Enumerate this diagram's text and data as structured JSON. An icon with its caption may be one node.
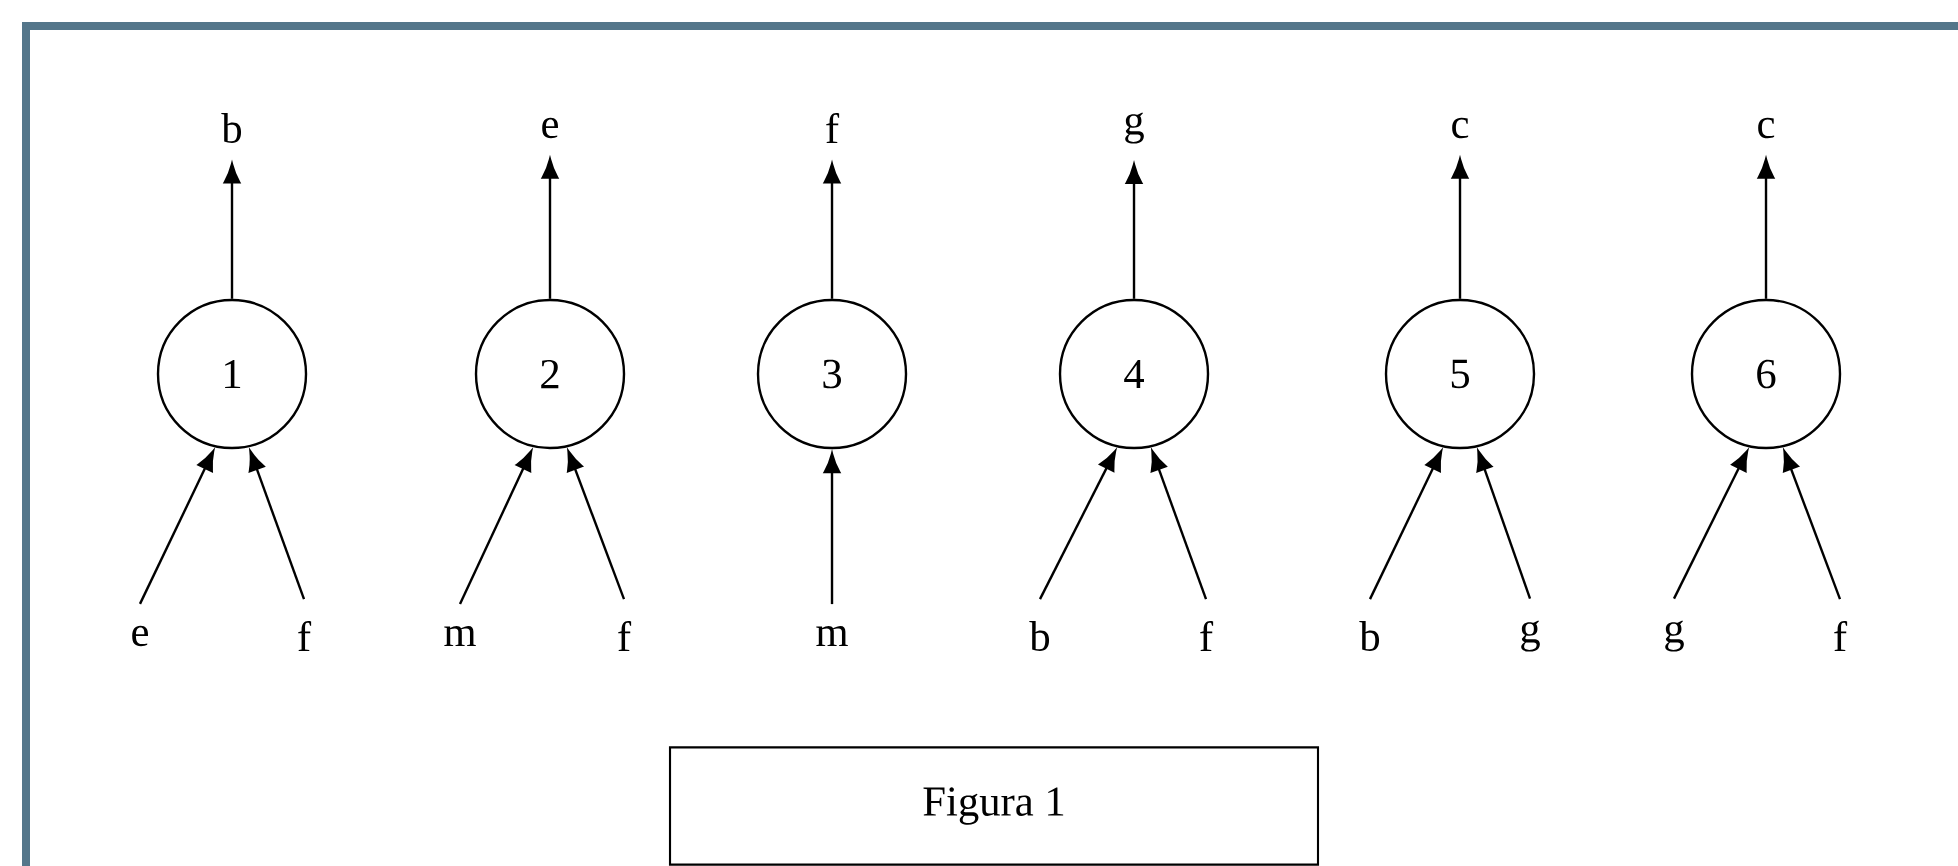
{
  "diagram": {
    "nodes": [
      {
        "text": [
          "b"
        ]
      },
      {
        "text": [
          "1"
        ]
      },
      {
        "text": [
          "e"
        ]
      },
      {
        "text": [
          "f"
        ]
      },
      {
        "text": [
          "e"
        ]
      },
      {
        "text": [
          "2"
        ]
      },
      {
        "text": [
          "m"
        ]
      },
      {
        "text": [
          "f"
        ]
      },
      {
        "text": [
          "f"
        ]
      },
      {
        "text": [
          "3"
        ]
      },
      {
        "text": [
          "m"
        ]
      },
      {
        "text": [
          "g"
        ]
      },
      {
        "text": [
          "4"
        ]
      },
      {
        "text": [
          "b"
        ]
      },
      {
        "text": [
          "f"
        ]
      },
      {
        "text": [
          "c"
        ]
      },
      {
        "text": [
          "5"
        ]
      },
      {
        "text": [
          "b"
        ]
      },
      {
        "text": [
          "g"
        ]
      },
      {
        "text": [
          "c"
        ]
      },
      {
        "text": [
          "6"
        ]
      },
      {
        "text": [
          "g"
        ]
      },
      {
        "text": [
          "f"
        ]
      },
      {
        "text": [
          "Figura 1"
        ]
      }
    ],
    "edges": [
      {
        "from": 2,
        "to": 1,
        "arrow": "to"
      },
      {
        "from": 3,
        "to": 1,
        "arrow": "to"
      },
      {
        "from": 1,
        "to": 0,
        "arrow": "to"
      },
      {
        "from": 6,
        "to": 5,
        "arrow": "to"
      },
      {
        "from": 7,
        "to": 5,
        "arrow": "to"
      },
      {
        "from": 5,
        "to": 4,
        "arrow": "to"
      },
      {
        "from": 10,
        "to": 9,
        "arrow": "to"
      },
      {
        "from": 9,
        "to": 8,
        "arrow": "to"
      },
      {
        "from": 13,
        "to": 12,
        "arrow": "to"
      },
      {
        "from": 14,
        "to": 12,
        "arrow": "to"
      },
      {
        "from": 12,
        "to": 11,
        "arrow": "to"
      },
      {
        "from": 17,
        "to": 16,
        "arrow": "to"
      },
      {
        "from": 18,
        "to": 16,
        "arrow": "to"
      },
      {
        "from": 16,
        "to": 15,
        "arrow": "to"
      },
      {
        "from": 21,
        "to": 20,
        "arrow": "to"
      },
      {
        "from": 22,
        "to": 20,
        "arrow": "to"
      },
      {
        "from": 20,
        "to": 19,
        "arrow": "to"
      }
    ]
  }
}
